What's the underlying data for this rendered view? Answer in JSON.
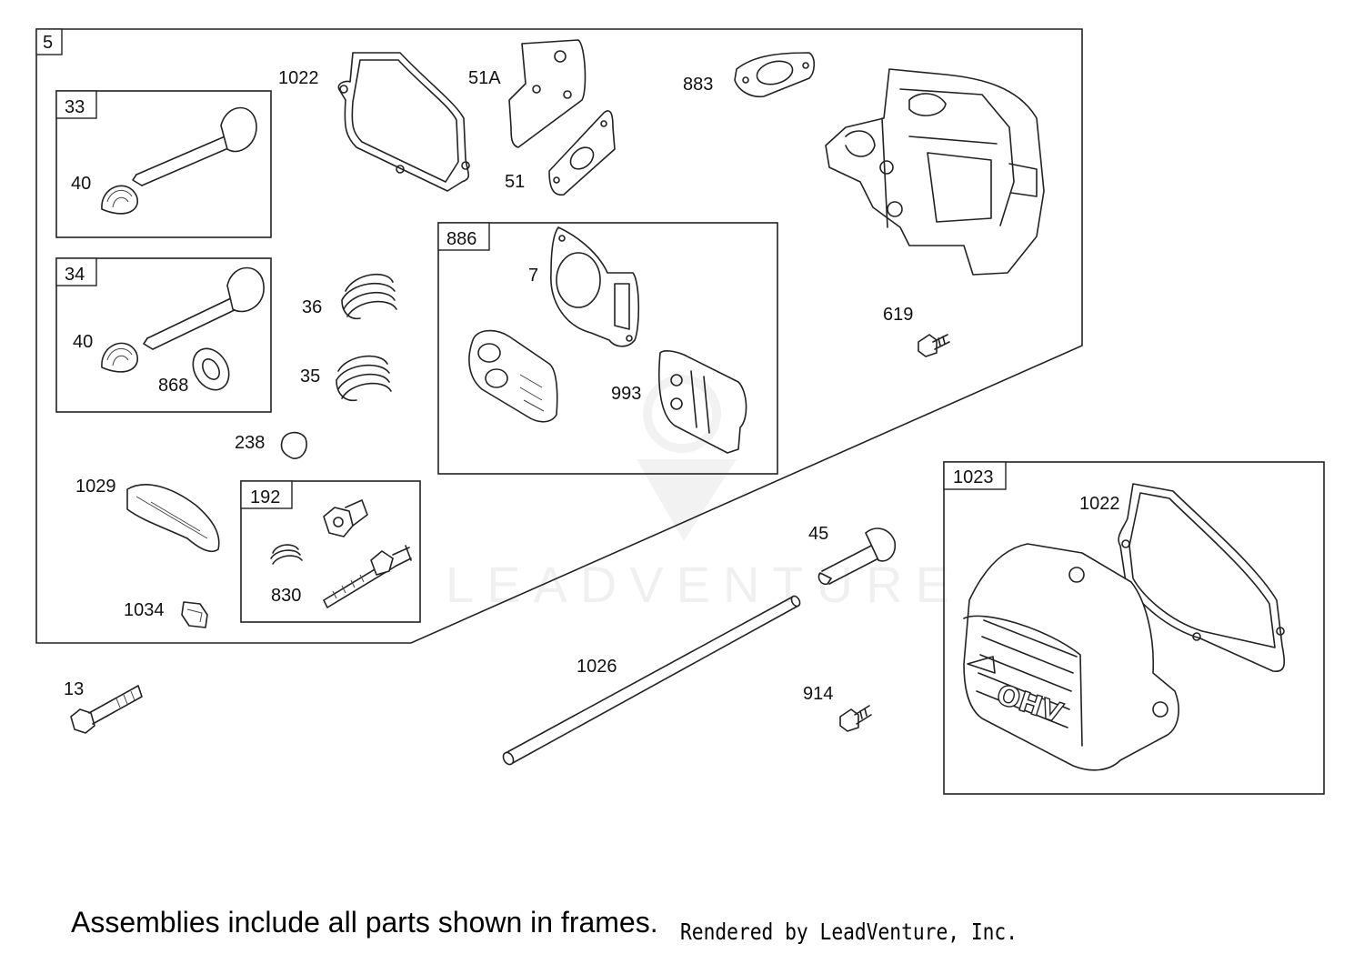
{
  "parts": {
    "p5": "5",
    "p33": "33",
    "p34": "34",
    "p40a": "40",
    "p40b": "40",
    "p868": "868",
    "p1022a": "1022",
    "p51A": "51A",
    "p51": "51",
    "p883": "883",
    "p36": "36",
    "p35": "35",
    "p238": "238",
    "p886": "886",
    "p7": "7",
    "p993": "993",
    "p619": "619",
    "p1029": "1029",
    "p1034": "1034",
    "p192": "192",
    "p830": "830",
    "p13": "13",
    "p45": "45",
    "p1026": "1026",
    "p914": "914",
    "p1023": "1023",
    "p1022b": "1022"
  },
  "watermark": "LEADVENTURE",
  "cover_emblem": "OHV",
  "footnote": "Assemblies include all parts shown in frames.",
  "credit": "Rendered by LeadVenture, Inc."
}
